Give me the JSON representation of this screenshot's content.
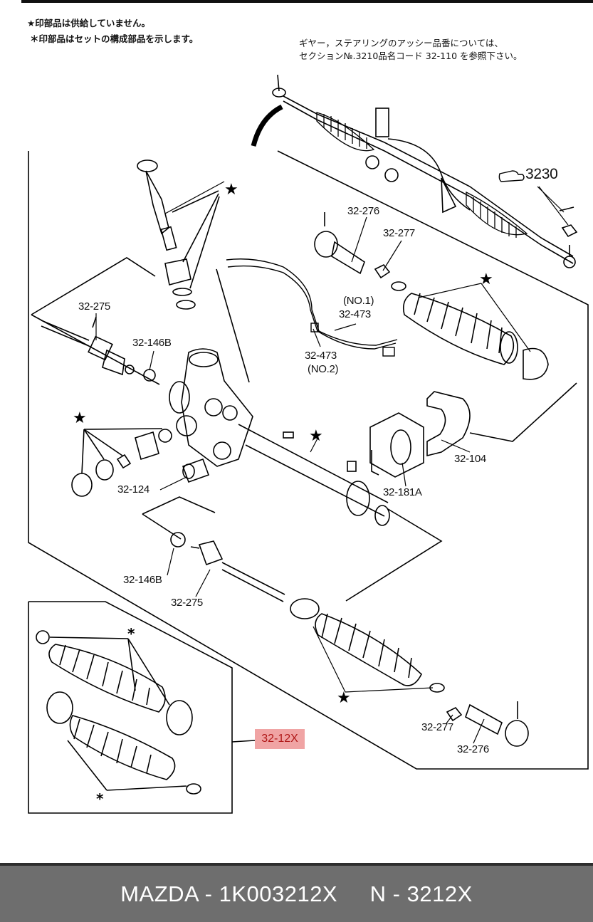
{
  "notes": {
    "left_line1": "★印部品は供給していません。",
    "left_line2": "＊印部品はセットの構成部品を示します。",
    "right_line1": "ギヤー，ステアリングのアッシー品番については、",
    "right_line2": "セクション№.3210品名コード 32-110 を参照下さい。"
  },
  "ref_label": "3230",
  "labels": {
    "top_tie_rod_end": "32-276",
    "top_nut": "32-277",
    "left_rod": "32-275",
    "left_washer": "32-146B",
    "pipe_no1": "(NO.1)",
    "pipe_no1_code": "32-473",
    "pipe_no2_code": "32-473",
    "pipe_no2": "(NO.2)",
    "bracket": "32-104",
    "bush": "32-181A",
    "seal": "32-124",
    "lower_washer": "32-146B",
    "lower_rod": "32-275",
    "lower_nut": "32-277",
    "lower_tie_rod_end": "32-276"
  },
  "highlight_label": "32-12X",
  "footer": "MAZDA - 1K003212X     N - 3212X"
}
